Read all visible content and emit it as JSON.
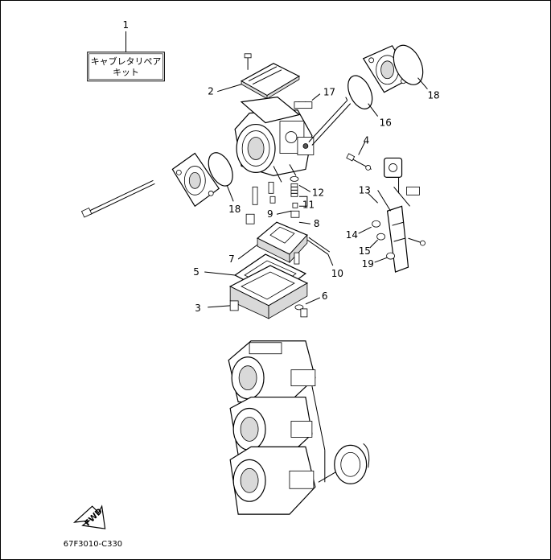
{
  "diagram": {
    "kit_box": {
      "line1": "キャブレタリペア",
      "line2": "キット"
    },
    "callouts": {
      "c1": "1",
      "c2": "2",
      "c3": "3",
      "c4": "4",
      "c5": "5",
      "c6": "6",
      "c7": "7",
      "c8": "8",
      "c9": "9",
      "c10": "10",
      "c11": "11",
      "c12": "12",
      "c13": "13",
      "c14": "14",
      "c15": "15",
      "c16": "16",
      "c17": "17",
      "c18a": "18",
      "c18b": "18",
      "c19": "19"
    },
    "fwd_label": "FWD",
    "drawing_code": "67F3010-C330"
  }
}
